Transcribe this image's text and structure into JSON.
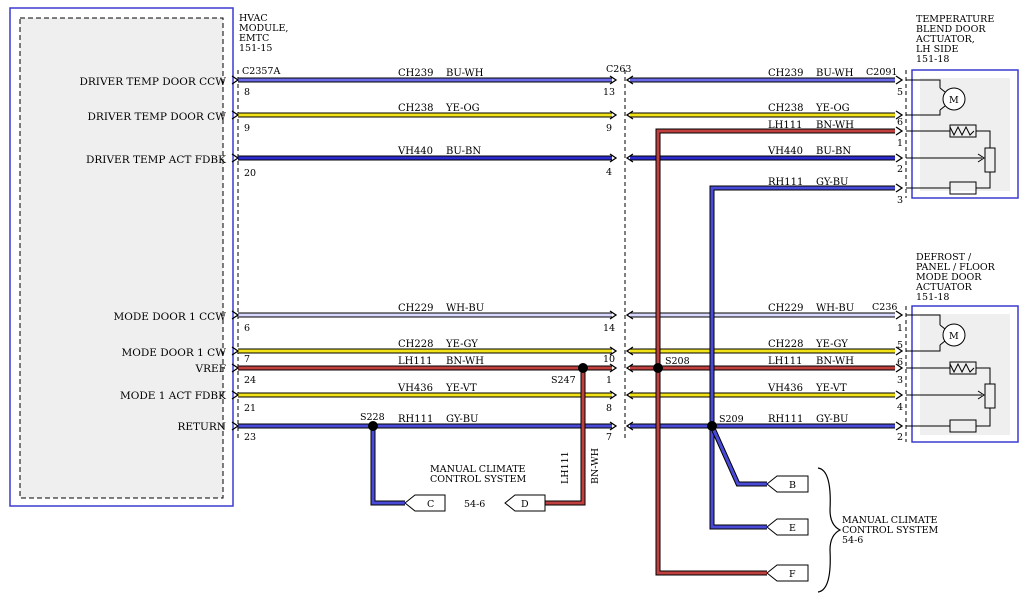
{
  "module": {
    "title_lines": [
      "HVAC",
      "MODULE,",
      "EMTC",
      "151-15"
    ],
    "signals": [
      "DRIVER TEMP DOOR CCW",
      "DRIVER TEMP DOOR CW",
      "DRIVER TEMP ACT FDBK",
      "MODE DOOR 1 CCW",
      "MODE DOOR 1 CW",
      "VREF",
      "MODE 1 ACT FDBK",
      "RETURN"
    ],
    "pins": [
      "8",
      "9",
      "20",
      "6",
      "7",
      "24",
      "21",
      "23"
    ],
    "connector": "C2357A"
  },
  "inline_connector": {
    "name": "C263",
    "pins": [
      "13",
      "9",
      "4",
      "14",
      "10",
      "1",
      "8",
      "7"
    ]
  },
  "wires_left": [
    {
      "circuit": "CH239",
      "color_code": "BU-WH"
    },
    {
      "circuit": "CH238",
      "color_code": "YE-OG"
    },
    {
      "circuit": "VH440",
      "color_code": "BU-BN"
    },
    {
      "circuit": "CH229",
      "color_code": "WH-BU"
    },
    {
      "circuit": "CH228",
      "color_code": "YE-GY"
    },
    {
      "circuit": "LH111",
      "color_code": "BN-WH"
    },
    {
      "circuit": "VH436",
      "color_code": "YE-VT"
    },
    {
      "circuit": "RH111",
      "color_code": "GY-BU"
    }
  ],
  "actuator1": {
    "title_lines": [
      "TEMPERATURE",
      "BLEND DOOR",
      "ACTUATOR,",
      "LH SIDE",
      "151-18"
    ],
    "connector": "C2091",
    "pins": [
      "5",
      "6",
      "1",
      "2",
      "3"
    ],
    "wires": [
      {
        "circuit": "CH239",
        "color_code": "BU-WH"
      },
      {
        "circuit": "CH238",
        "color_code": "YE-OG"
      },
      {
        "circuit": "LH111",
        "color_code": "BN-WH"
      },
      {
        "circuit": "VH440",
        "color_code": "BU-BN"
      },
      {
        "circuit": "RH111",
        "color_code": "GY-BU"
      }
    ]
  },
  "actuator2": {
    "title_lines": [
      "DEFROST /",
      "PANEL / FLOOR",
      "MODE DOOR",
      "ACTUATOR",
      "151-18"
    ],
    "connector": "C236",
    "pins": [
      "1",
      "5",
      "6",
      "3",
      "4",
      "2"
    ],
    "wires": [
      {
        "circuit": "CH229",
        "color_code": "WH-BU"
      },
      {
        "circuit": "CH228",
        "color_code": "YE-GY"
      },
      {
        "circuit": "LH111",
        "color_code": "BN-WH"
      },
      {
        "circuit": "VH436",
        "color_code": "YE-VT"
      },
      {
        "circuit": "RH111",
        "color_code": "GY-BU"
      }
    ]
  },
  "splices": {
    "s247": "S247",
    "s208": "S208",
    "s228": "S228",
    "s209": "S209"
  },
  "vertical_labels": {
    "circuit": "LH111",
    "color_code": "BN-WH"
  },
  "offpage": {
    "c": "C",
    "d": "D",
    "b": "B",
    "e": "E",
    "f": "F",
    "mcc_left_lines": [
      "MANUAL CLIMATE",
      "CONTROL SYSTEM"
    ],
    "mcc_left_ref": "54-6",
    "mcc_right_lines": [
      "MANUAL CLIMATE",
      "CONTROL SYSTEM",
      "54-6"
    ]
  },
  "colors": {
    "blue": "#2b2bd0",
    "yellow": "#f2e21a",
    "brown": "#a01818",
    "module_border": "#3a3ad0"
  }
}
